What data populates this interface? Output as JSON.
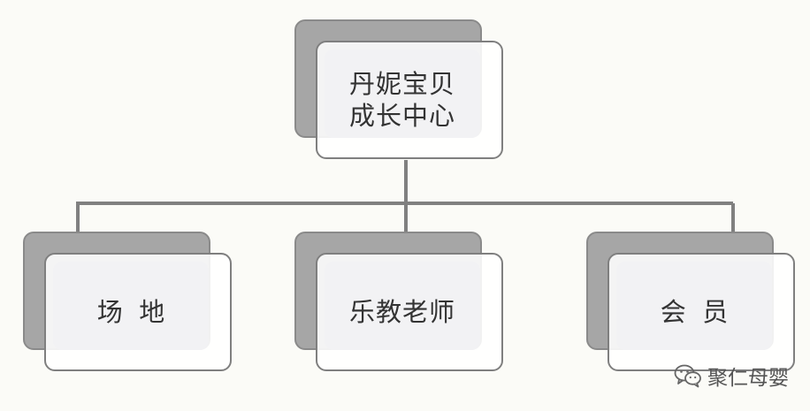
{
  "diagram": {
    "root": {
      "line1": "丹妮宝贝",
      "line2": "成长中心"
    },
    "children": [
      {
        "label": "场  地"
      },
      {
        "label": "乐教老师"
      },
      {
        "label": "会  员"
      }
    ]
  },
  "watermark": {
    "icon": "wechat-icon",
    "text": "聚仁母婴"
  },
  "colors": {
    "background": "#fbfbf7",
    "connector": "#808080",
    "shadow_box": "#a6a6a6",
    "card_border": "#7f7f7f",
    "text": "#333333"
  }
}
